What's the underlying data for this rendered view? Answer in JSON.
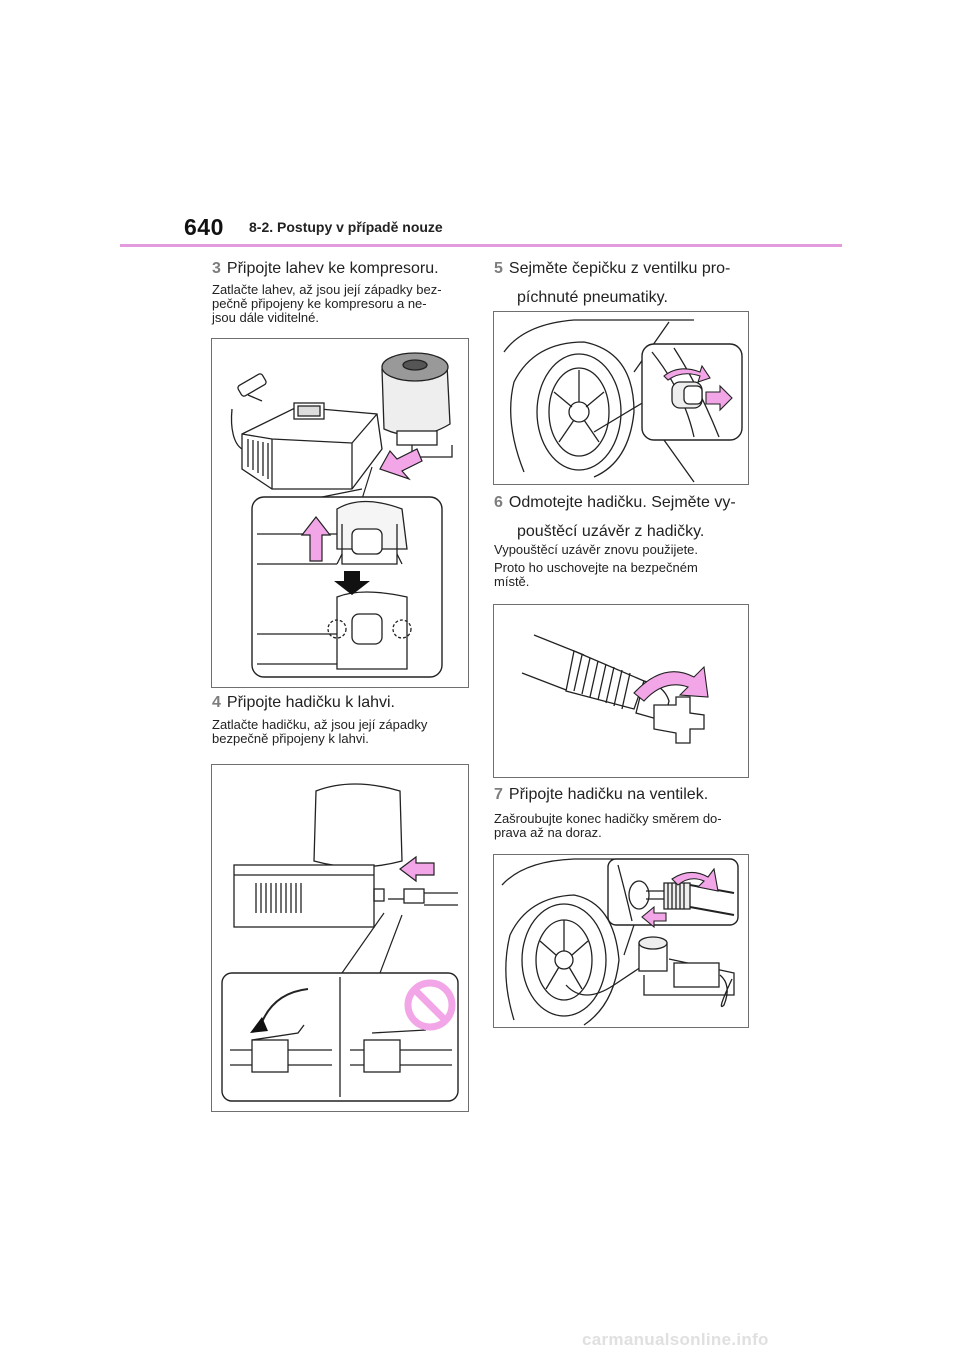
{
  "header": {
    "page_number": "640",
    "section_title": "8-2. Postupy v případě nouze",
    "accent_color": "#e29bdd"
  },
  "steps": [
    {
      "number": "3",
      "title": "Připojte lahev ke kompresoru.",
      "note_lines": [
        "Zatlačte lahev, až jsou její západky bez-",
        "pečně připojeny ke kompresoru a ne-",
        "jsou dále viditelné."
      ]
    },
    {
      "number": "4",
      "title": "Připojte hadičku k lahvi.",
      "note_lines": [
        "Zatlačte hadičku, až jsou její západky",
        "bezpečně připojeny k lahvi."
      ]
    },
    {
      "number": "5",
      "title_lines": [
        "Sejměte čepičku z ventilku pro-",
        "píchnuté pneumatiky."
      ]
    },
    {
      "number": "6",
      "title_lines": [
        "Odmotejte hadičku. Sejměte vy-",
        "pouštěcí uzávěr z hadičky."
      ],
      "note_lines": [
        "Vypouštěcí uzávěr znovu použijete.",
        "Proto ho uschovejte na bezpečném",
        "místě."
      ]
    },
    {
      "number": "7",
      "title": "Připojte hadičku na ventilek.",
      "note_lines": [
        "Zašroubujte konec hadičky směrem do-",
        "prava až na doraz."
      ]
    }
  ],
  "footer": {
    "watermark": "carmanualsonline.info"
  },
  "illustration_colors": {
    "arrow_pink": "#f2a6e8",
    "line": "#222222"
  }
}
